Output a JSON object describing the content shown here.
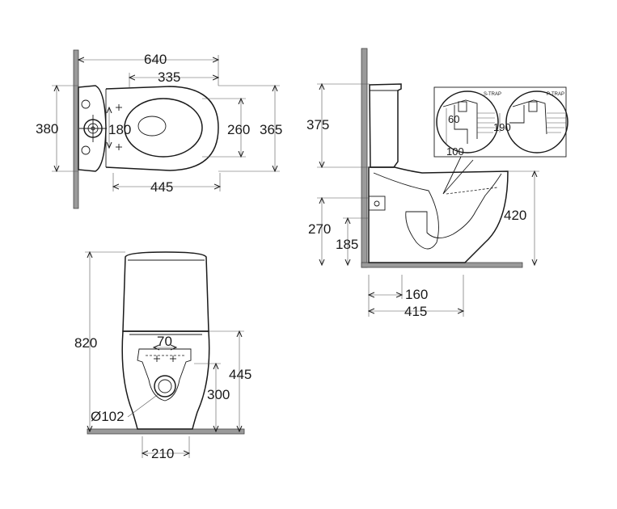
{
  "top_view": {
    "overall_length": "640",
    "bowl_length": "335",
    "tank_width": "380",
    "inlet_spacing": "180",
    "bowl_width": "260",
    "overall_width": "365",
    "fixing_distance": "445"
  },
  "side_view": {
    "tank_height": "375",
    "seat_height": "420",
    "inlet_height": "270",
    "inlet_height_low": "185",
    "outlet_distance": "160",
    "outlet_span": "415",
    "detail": {
      "s_trap_label": "S-TRAP",
      "p_trap_label": "P-TRAP",
      "s_trap_dim_a": "60",
      "s_trap_dim_b": "100",
      "p_trap_dim": "190"
    }
  },
  "front_view": {
    "total_height": "820",
    "outlet_offset": "70",
    "pan_height": "445",
    "outlet_height": "300",
    "outlet_diameter": "Ø102",
    "base_width": "210"
  }
}
